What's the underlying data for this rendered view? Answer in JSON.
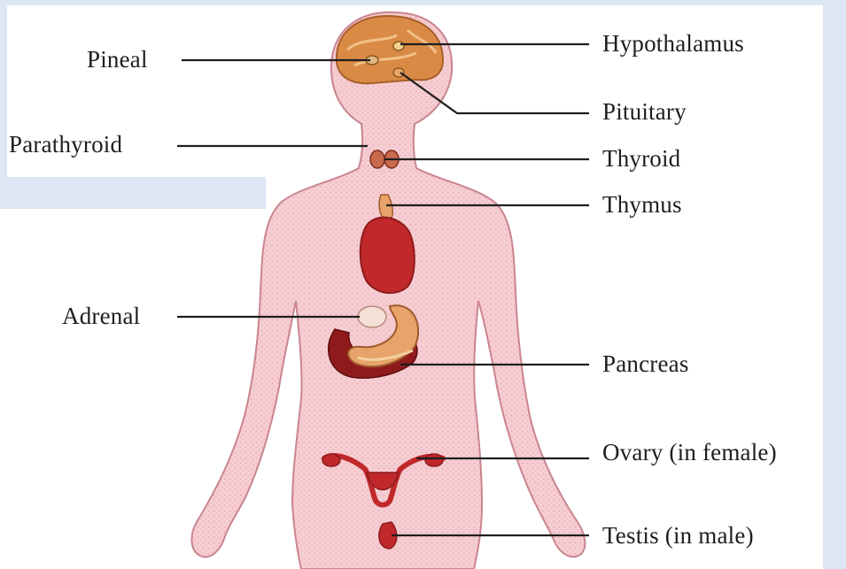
{
  "diagram": {
    "labels_left": [
      {
        "id": "pineal",
        "text": "Pineal"
      },
      {
        "id": "parathyroid",
        "text": "Parathyroid"
      },
      {
        "id": "adrenal",
        "text": "Adrenal"
      }
    ],
    "labels_right": [
      {
        "id": "hypothalamus",
        "text": "Hypothalamus"
      },
      {
        "id": "pituitary",
        "text": "Pituitary"
      },
      {
        "id": "thyroid",
        "text": "Thyroid"
      },
      {
        "id": "thymus",
        "text": "Thymus"
      },
      {
        "id": "pancreas",
        "text": "Pancreas"
      },
      {
        "id": "ovary",
        "text": "Ovary (in female)"
      },
      {
        "id": "testis",
        "text": "Testis (in male)"
      }
    ],
    "colors": {
      "skin": "#f6cdd2",
      "skin_outline": "#c9858f",
      "organ_red": "#c0282b",
      "organ_dark": "#8e1a1c",
      "organ_orange": "#e7a36a",
      "brain": "#d98a45",
      "leader_line": "#1e1e1e"
    }
  }
}
